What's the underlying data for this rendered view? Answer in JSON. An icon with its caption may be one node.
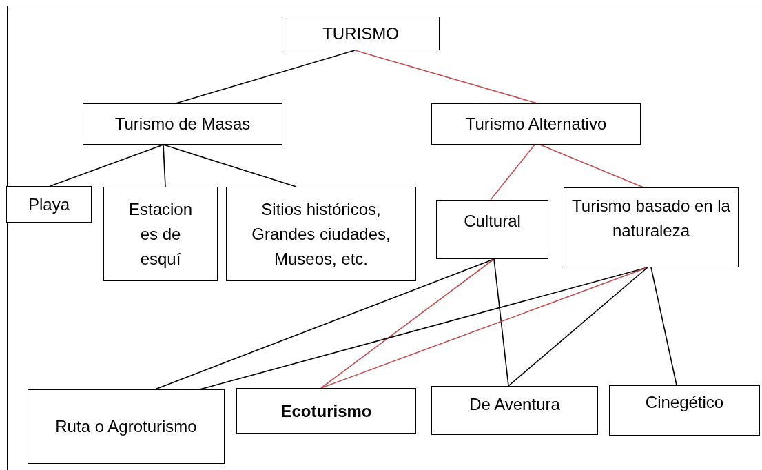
{
  "diagram": {
    "nodes": [
      {
        "text": [
          "TURISMO"
        ]
      },
      {
        "text": [
          "Turismo de Masas"
        ]
      },
      {
        "text": [
          "Turismo Alternativo"
        ]
      },
      {
        "text": [
          "Playa"
        ]
      },
      {
        "text": [
          "Estacion es de esquí"
        ]
      },
      {
        "text": [
          "Sitios históricos, Grandes ciudades, Museos, etc."
        ]
      },
      {
        "text": [
          "Cultural"
        ]
      },
      {
        "text": [
          "Turismo basado en la naturaleza"
        ]
      },
      {
        "text": [
          "Ruta o Agroturismo"
        ]
      },
      {
        "text": [
          "Ecoturismo"
        ]
      },
      {
        "text": [
          "De Aventura"
        ]
      },
      {
        "text": [
          "Cinegético"
        ]
      }
    ],
    "edges": [
      {
        "from": 0,
        "to": 1,
        "arrow": "none"
      },
      {
        "from": 0,
        "to": 2,
        "arrow": "none",
        "color": "#c0504d"
      },
      {
        "from": 1,
        "to": 3,
        "arrow": "none"
      },
      {
        "from": 1,
        "to": 4,
        "arrow": "none"
      },
      {
        "from": 1,
        "to": 5,
        "arrow": "none"
      },
      {
        "from": 2,
        "to": 6,
        "arrow": "none",
        "color": "#c0504d"
      },
      {
        "from": 2,
        "to": 7,
        "arrow": "none",
        "color": "#c0504d"
      },
      {
        "from": 6,
        "to": 8,
        "arrow": "none"
      },
      {
        "from": 6,
        "to": 9,
        "arrow": "none",
        "color": "#c0504d"
      },
      {
        "from": 6,
        "to": 10,
        "arrow": "none"
      },
      {
        "from": 7,
        "to": 8,
        "arrow": "none"
      },
      {
        "from": 7,
        "to": 9,
        "arrow": "none",
        "color": "#c0504d"
      },
      {
        "from": 7,
        "to": 10,
        "arrow": "none"
      },
      {
        "from": 7,
        "to": 11,
        "arrow": "none"
      }
    ]
  }
}
